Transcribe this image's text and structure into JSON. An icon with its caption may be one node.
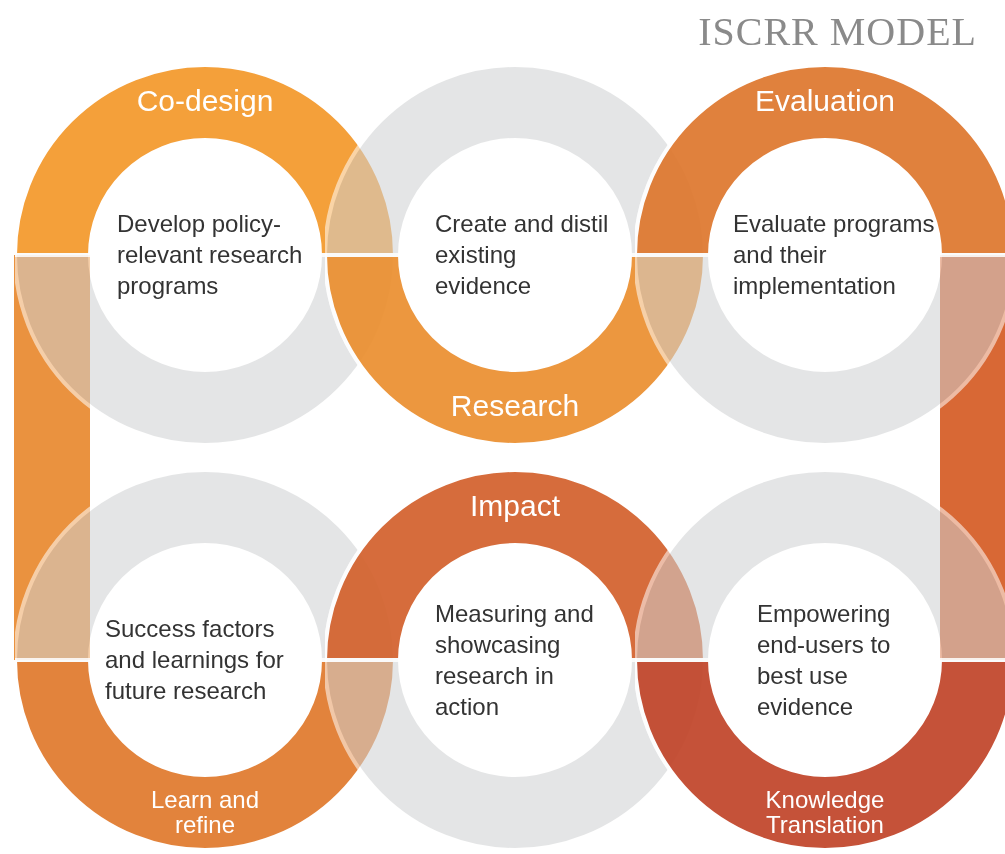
{
  "diagram": {
    "title": "ISCRR MODEL",
    "nodes": [
      {
        "text": [
          "Co-design",
          "Develop policy-relevant research programs"
        ]
      },
      {
        "text": [
          "Create and distil existing evidence",
          "Research"
        ]
      },
      {
        "text": [
          "Evaluation",
          "Evaluate programs and their implementation"
        ]
      },
      {
        "text": [
          "Success factors and learnings for future research",
          "Learn and refine"
        ]
      },
      {
        "text": [
          "Impact",
          "Measuring and showcasing research in action"
        ]
      },
      {
        "text": [
          "Empowering end-users to best use evidence",
          "Knowledge Translation"
        ]
      },
      {
        "text": [],
        "shape": "bar"
      },
      {
        "text": [],
        "shape": "bar"
      }
    ],
    "edges": []
  }
}
